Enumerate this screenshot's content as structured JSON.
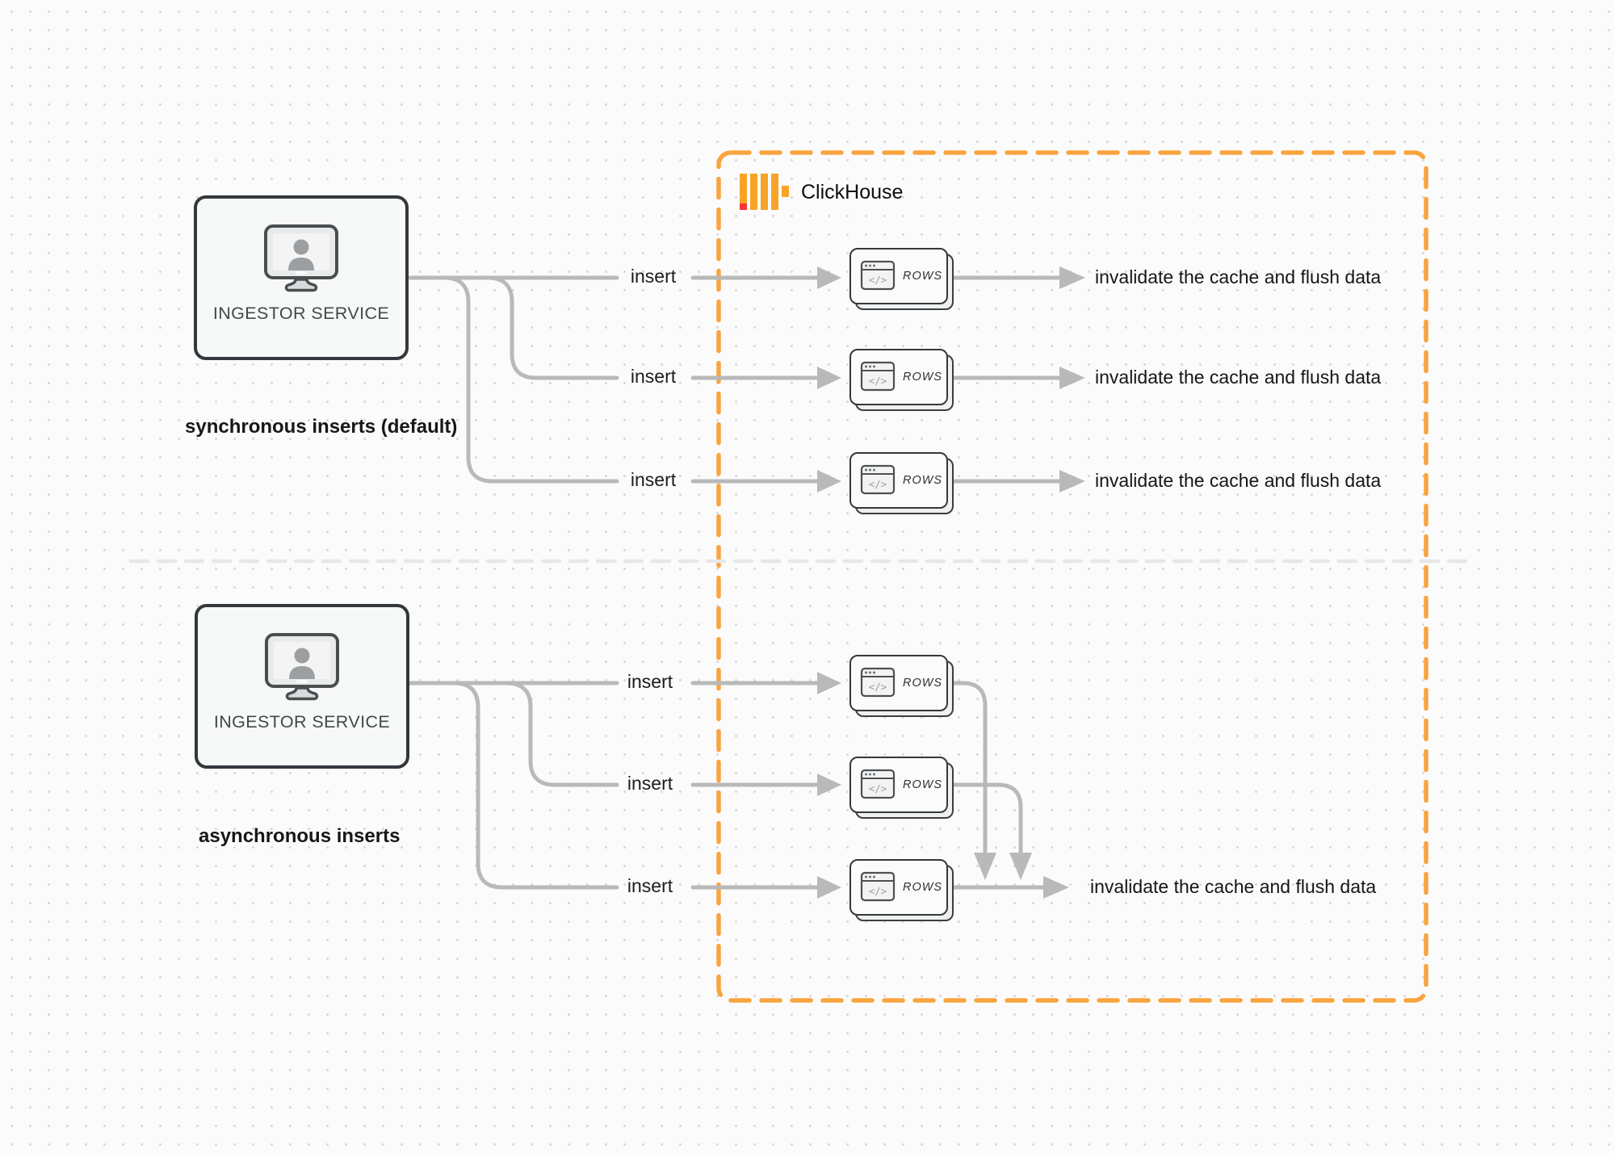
{
  "diagram": {
    "clickhouse": {
      "label": "ClickHouse",
      "accent_orange": "#F9A43F",
      "logo_yellow": "#F9A326",
      "logo_red": "#F93535"
    },
    "colors": {
      "connector_gray": "#b9b9b9",
      "card_border_dark": "#33383c",
      "divider_gray": "#e7e7e7"
    },
    "sync": {
      "caption": "synchronous inserts (default)",
      "service": {
        "label": "INGESTOR SERVICE"
      },
      "rows": [
        {
          "insert_label": "insert",
          "card_label": "ROWS",
          "result_label": "invalidate the cache and flush data"
        },
        {
          "insert_label": "insert",
          "card_label": "ROWS",
          "result_label": "invalidate the cache and flush data"
        },
        {
          "insert_label": "insert",
          "card_label": "ROWS",
          "result_label": "invalidate the cache and flush data"
        }
      ]
    },
    "async": {
      "caption": "asynchronous inserts",
      "service": {
        "label": "INGESTOR SERVICE"
      },
      "rows": [
        {
          "insert_label": "insert",
          "card_label": "ROWS"
        },
        {
          "insert_label": "insert",
          "card_label": "ROWS"
        },
        {
          "insert_label": "insert",
          "card_label": "ROWS"
        }
      ],
      "result_label": "invalidate the cache and flush data"
    }
  }
}
